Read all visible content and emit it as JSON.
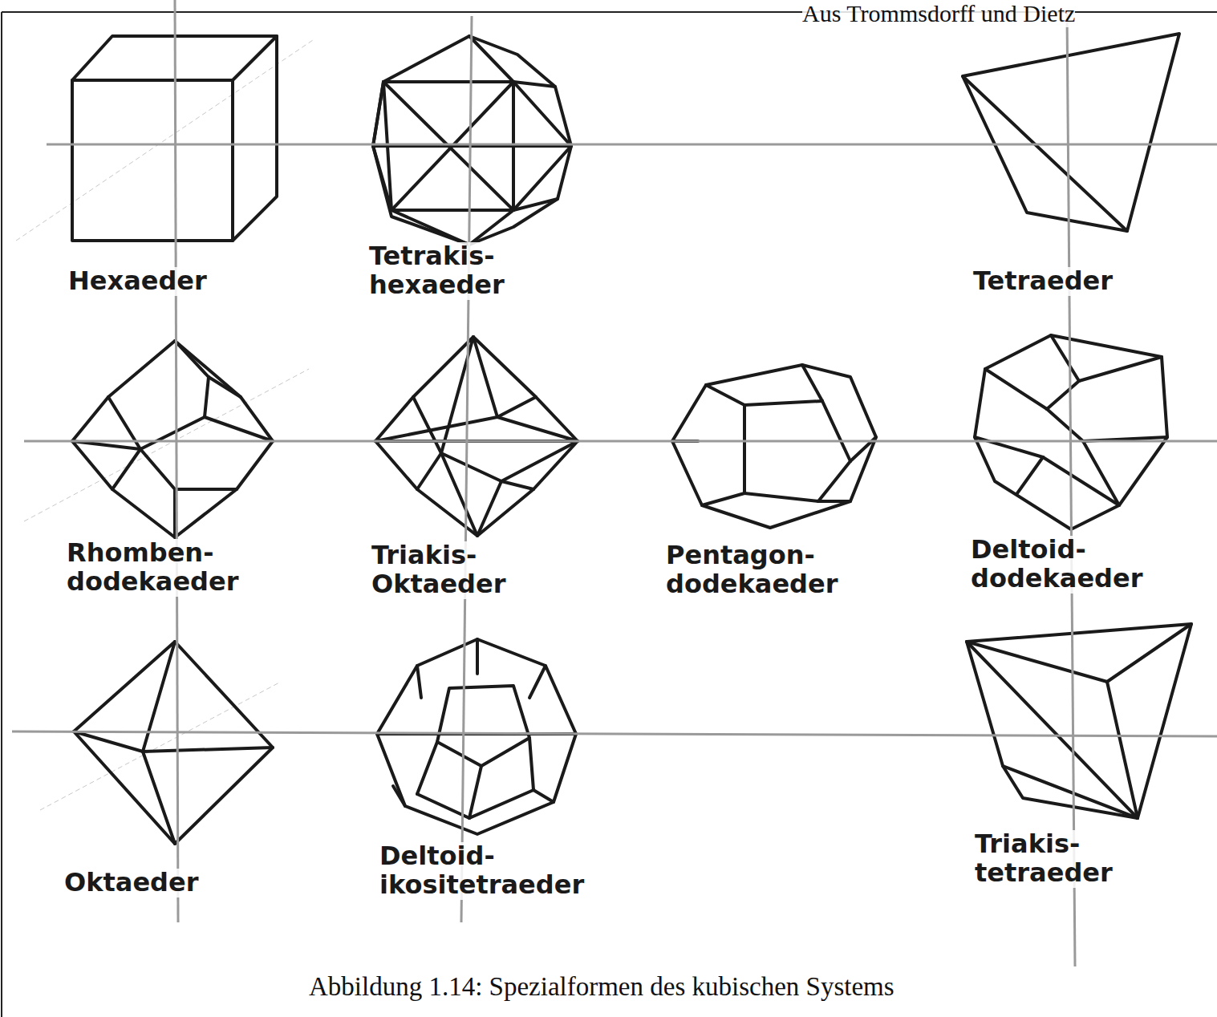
{
  "diagram": {
    "caption": "Abbildung 1.14: Spezialformen des kubischen Systems",
    "labels": [
      "Aus Trommsdorff und Dietz",
      "Hexaeder",
      "Tetrakis- hexaeder",
      "Tetraeder",
      "Rhomben- dodekaeder",
      "Triakis- Oktaeder",
      "Pentagon- dodekaeder",
      "Deltoid- dodekaeder",
      "Oktaeder",
      "Deltoid- ikositetraeder",
      "Triakis- tetraeder"
    ]
  }
}
